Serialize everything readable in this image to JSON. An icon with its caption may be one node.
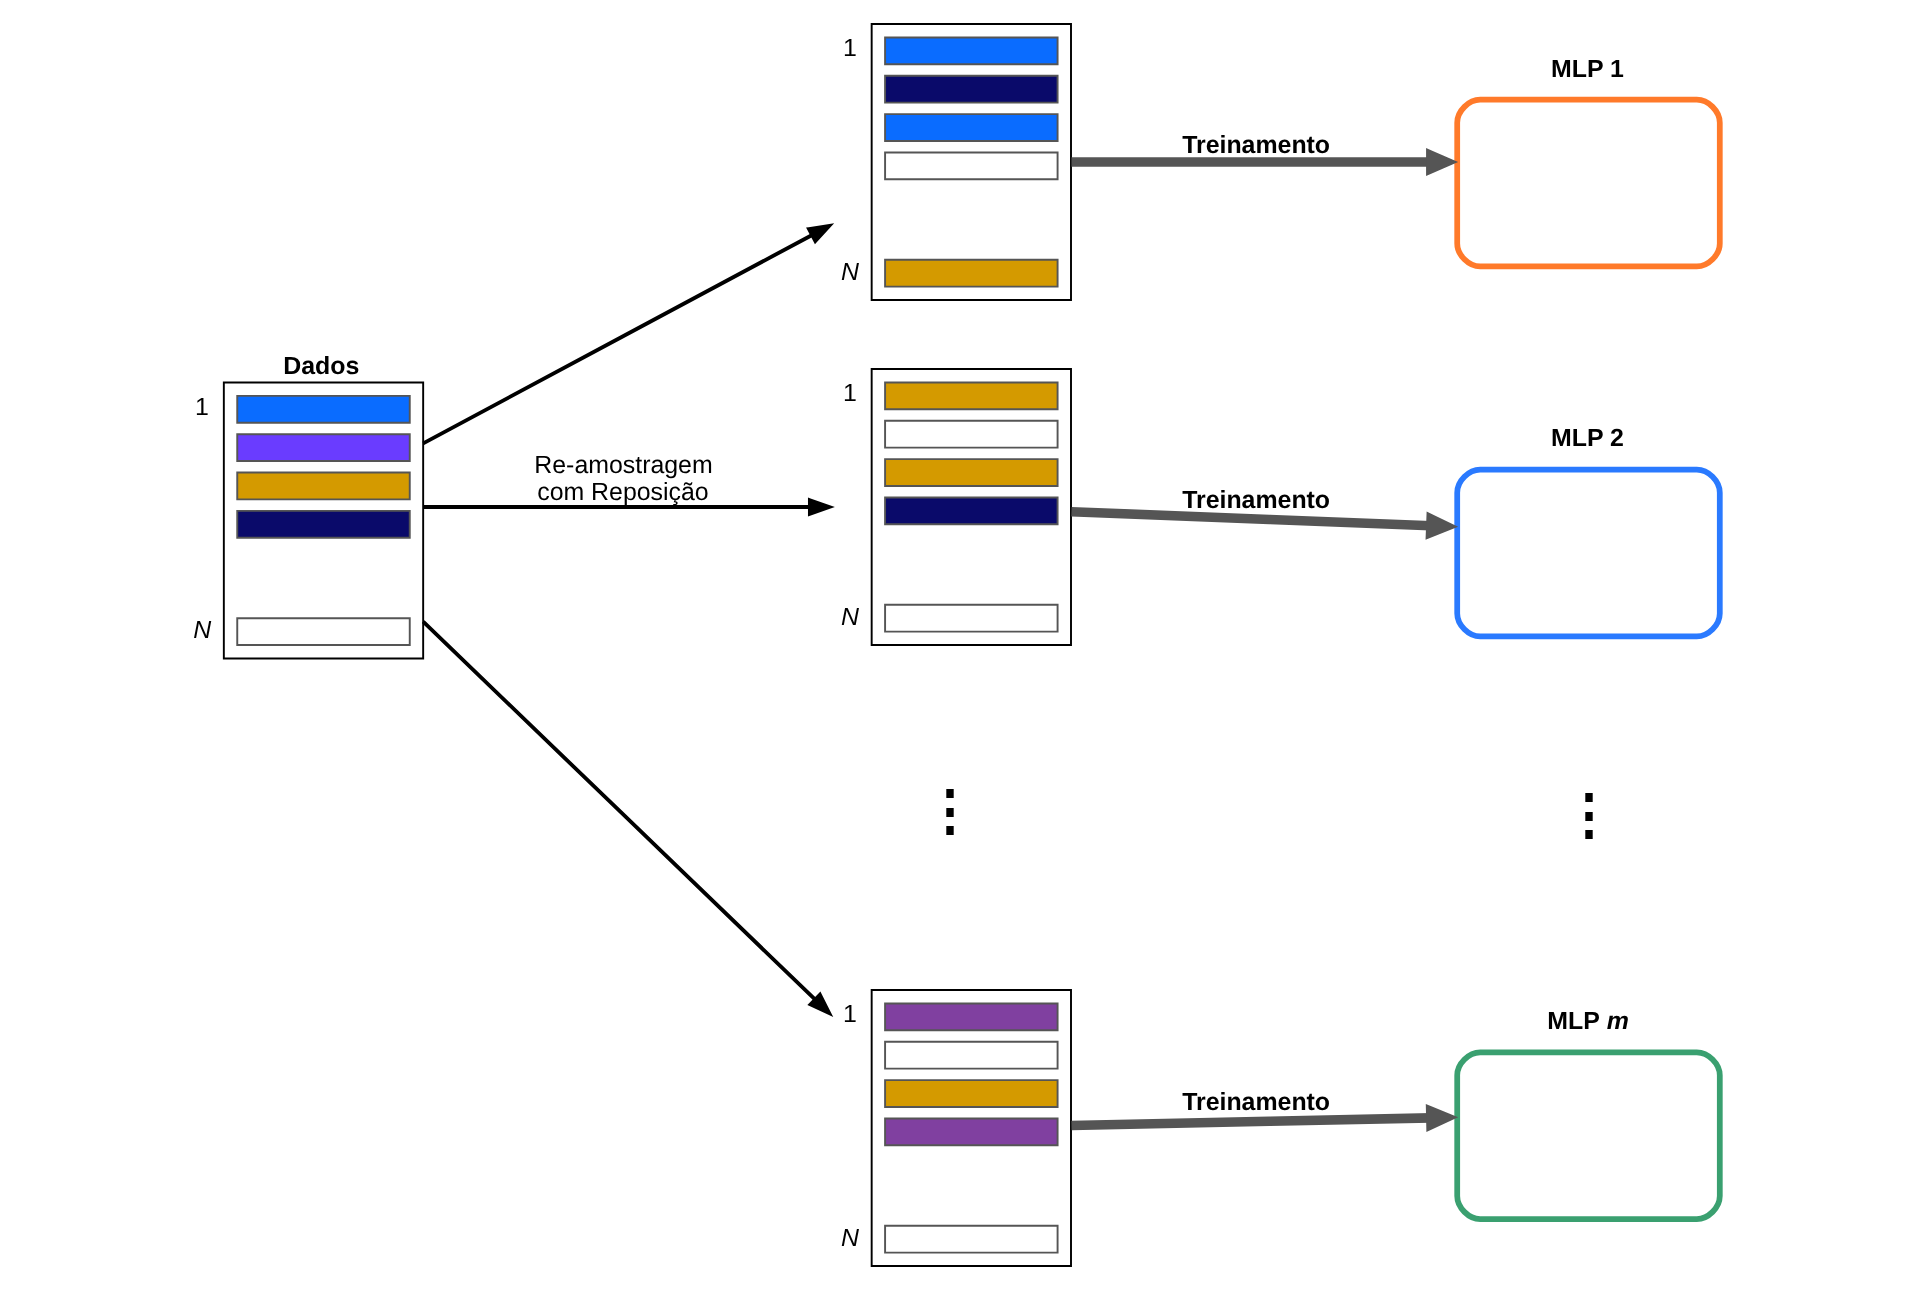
{
  "diagram": {
    "nodes": [
      {
        "text": [
          "Dados"
        ],
        "beside": [
          "1",
          "N"
        ]
      },
      {
        "text": [],
        "shape": "box",
        "beside": [
          "1",
          "N"
        ]
      },
      {
        "text": [],
        "shape": "box",
        "beside": [
          "1",
          "N"
        ]
      },
      {
        "text": [],
        "shape": "box",
        "beside": [
          "1",
          "N"
        ]
      },
      {
        "text": [
          "MLP 1"
        ]
      },
      {
        "text": [
          "MLP 2"
        ]
      },
      {
        "text": [
          "MLP *m*"
        ]
      }
    ],
    "edges": [
      {
        "from": 0,
        "to": 1,
        "arrow": "to"
      },
      {
        "from": 0,
        "to": 2,
        "arrow": "to",
        "label": "Re-amostragem com Reposição"
      },
      {
        "from": 0,
        "to": 3,
        "arrow": "to"
      },
      {
        "from": 1,
        "to": 4,
        "arrow": "to",
        "label": "Treinamento",
        "style": "thick"
      },
      {
        "from": 2,
        "to": 5,
        "arrow": "to",
        "label": "Treinamento",
        "style": "thick"
      },
      {
        "from": 3,
        "to": 6,
        "arrow": "to",
        "label": "Treinamento",
        "style": "thick"
      }
    ],
    "labels": [
      "⋮",
      "⋮"
    ]
  }
}
